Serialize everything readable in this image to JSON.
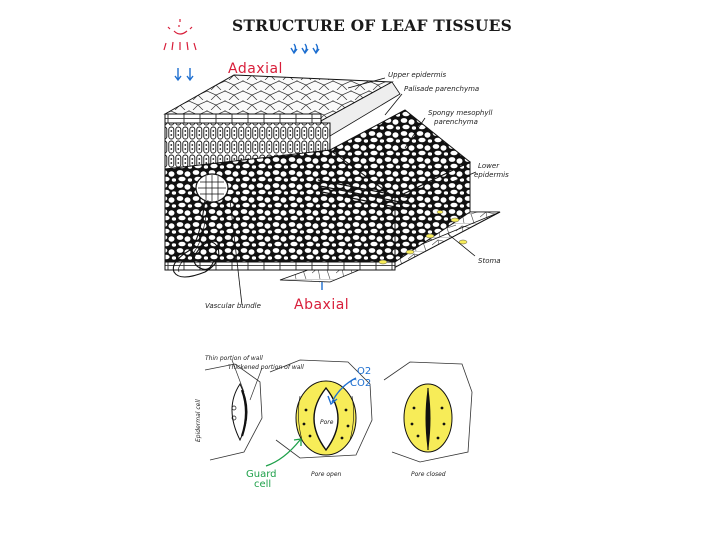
{
  "title": "STRUCTURE OF LEAF TISSUES",
  "annotations": {
    "adaxial": "Adaxial",
    "abaxial": "Abaxial",
    "gas_o2": "O2",
    "gas_co2": "CO2",
    "guard_cell": [
      "Guard",
      "cell"
    ]
  },
  "leaf_labels": {
    "upper_epidermis": "Upper epidermis",
    "palisade": "Palisade parenchyma",
    "spongy": [
      "Spongy mesophyll",
      "parenchyma"
    ],
    "lower_epidermis": [
      "Lower",
      "epidermis"
    ],
    "stoma": "Stoma",
    "vascular_bundle": "Vascular bundle"
  },
  "stoma_labels": {
    "thin_wall": "Thin portion of wall",
    "thick_wall": "Thickened portion of wall",
    "epidermal_cell": "Epidermal cell",
    "pore_open": "Pore open",
    "pore_closed": "Pore closed",
    "pore": "Pore"
  },
  "colors": {
    "annotation_red": "#d81e3a",
    "annotation_blue": "#1e6fd0",
    "annotation_green": "#1ea04a",
    "guard_cell_fill": "#f7ec58"
  }
}
